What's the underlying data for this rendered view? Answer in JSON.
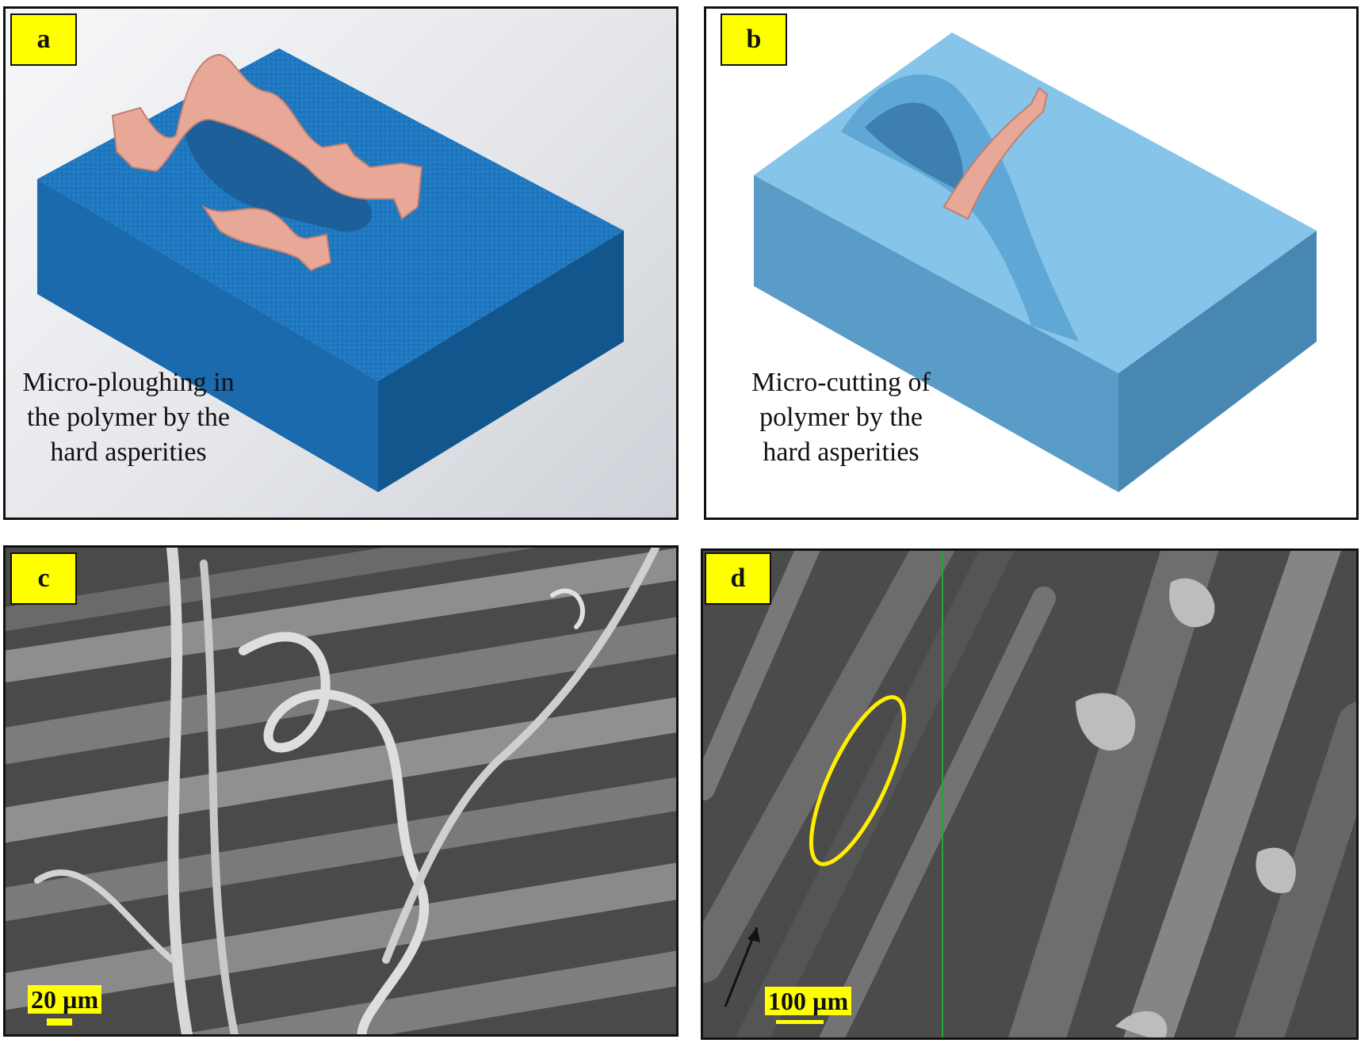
{
  "panels": [
    {
      "id": "a",
      "label": "a",
      "caption_lines": [
        "Micro-ploughing in",
        "the polymer by the",
        "hard asperities"
      ]
    },
    {
      "id": "b",
      "label": "b",
      "caption_lines": [
        "Micro-cutting of",
        "polymer by the",
        "hard asperities"
      ]
    },
    {
      "id": "c",
      "label": "c",
      "scale_bar": "20 µm"
    },
    {
      "id": "d",
      "label": "d",
      "scale_bar": "100 µm"
    }
  ],
  "colors": {
    "label_background": "#ffff00",
    "block_a": "#1f78c0",
    "block_b": "#6db6e2",
    "chip": "#e8a898",
    "highlight_ellipse": "#ffee00"
  }
}
